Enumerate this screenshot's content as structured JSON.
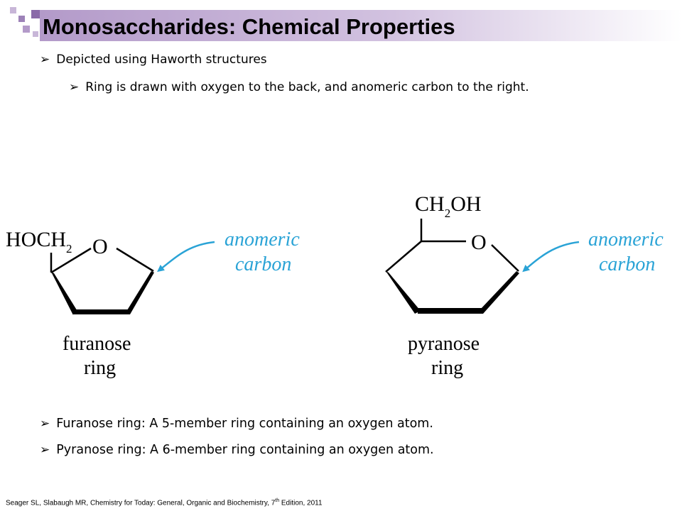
{
  "slide": {
    "title": "Monosaccharides: Chemical Properties",
    "accent_color": "#b39ac9",
    "bullets": [
      "Depicted using Haworth structures",
      "Ring is drawn with oxygen to the back, and anomeric carbon to the right."
    ],
    "bottom_bullets": [
      "Furanose ring: A 5-member ring containing an oxygen atom.",
      "Pyranose ring: A 6-member ring containing an oxygen atom."
    ],
    "bullet_icon": "arrowhead-bullet-icon",
    "citation": {
      "text": "Seager SL, Slabaugh MR, Chemistry for Today: General, Organic and Biochemistry, 7",
      "sup": "th",
      "tail": " Edition, 2011"
    }
  },
  "figure": {
    "furanose": {
      "group_main": "HOCH",
      "group_sub": "2",
      "ring_oxygen": "O",
      "name_line1": "furanose",
      "name_line2": "ring",
      "anomeric_line1": "anomeric",
      "anomeric_line2": "carbon"
    },
    "pyranose": {
      "group_main": "CH",
      "group_sub": "2",
      "group_tail": "OH",
      "ring_oxygen": "O",
      "name_line1": "pyranose",
      "name_line2": "ring",
      "anomeric_line1": "anomeric",
      "anomeric_line2": "carbon"
    },
    "annotation_color": "#2aa3d6"
  }
}
